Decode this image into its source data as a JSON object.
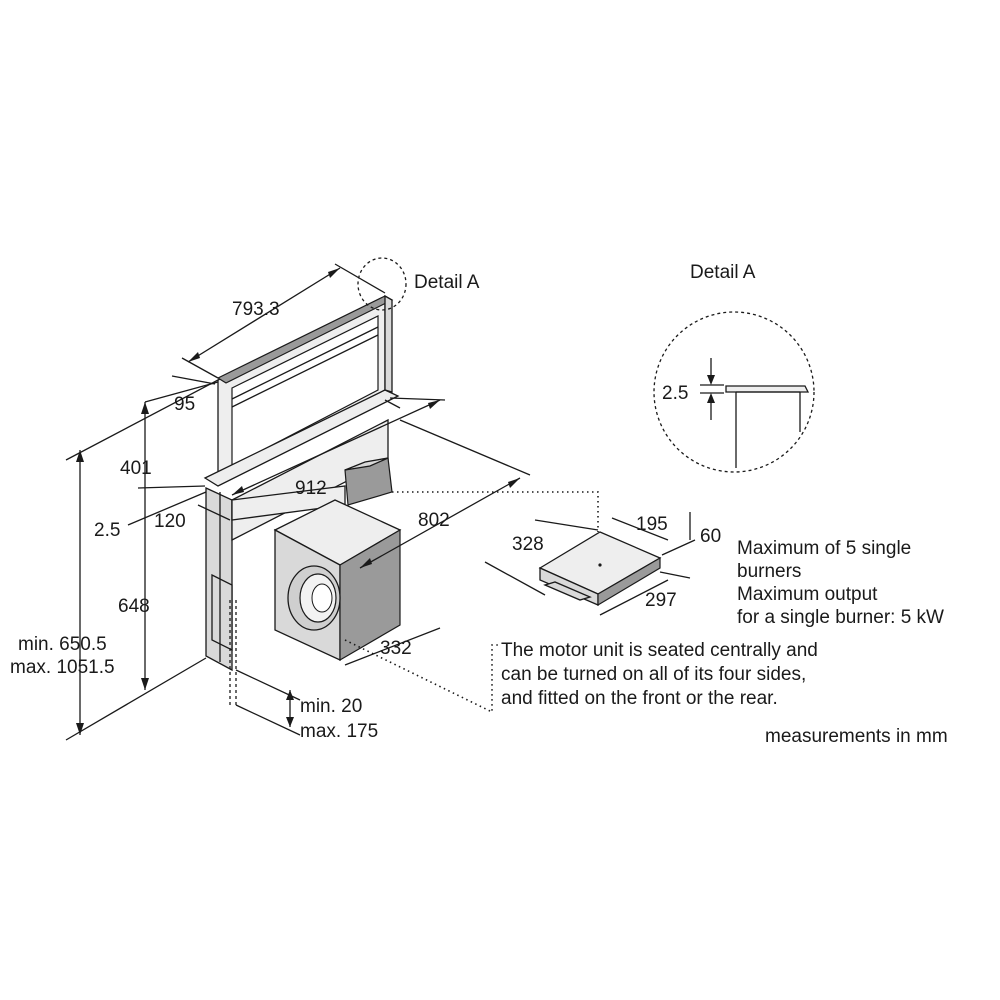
{
  "labels": {
    "detail_a_callout": "Detail A",
    "detail_a_title": "Detail A",
    "detail_a_gap": "2.5",
    "dim_width": "793.3",
    "dim_depth_top": "95",
    "dim_height_visible": "401",
    "dim_gap": "2.5",
    "dim_offset": "120",
    "dim_duct_length": "912",
    "dim_motor_length": "802",
    "dim_body": "648",
    "dim_total_min": "min. 650.5",
    "dim_total_max": "max. 1051.5",
    "dim_motor_depth": "332",
    "dim_clear_min": "min. 20",
    "dim_clear_max": "max. 175",
    "dim_tray_w": "328",
    "dim_tray_d": "195",
    "dim_tray_h": "60",
    "dim_tray_l": "297"
  },
  "notes": {
    "burners_1": "Maximum of 5 single",
    "burners_2": "burners",
    "burners_3": "Maximum output",
    "burners_4": "for a single burner: 5 kW",
    "motor_1": "The motor unit is seated centrally and",
    "motor_2": "can be turned on all of its four sides,",
    "motor_3": "and fitted on the front or the rear.",
    "units": "measurements in mm"
  }
}
